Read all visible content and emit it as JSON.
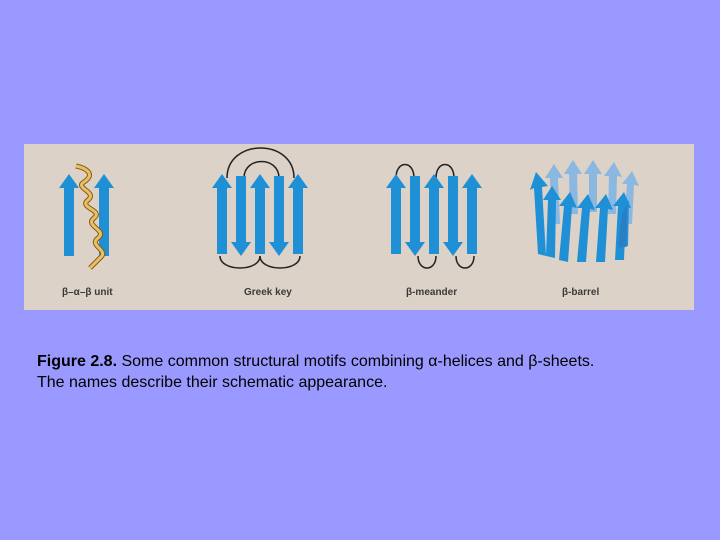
{
  "figure": {
    "labels": {
      "bab_unit": "β–α–β unit",
      "greek_key": "Greek key",
      "meander": "β-meander",
      "barrel": "β-barrel"
    },
    "colors": {
      "strand": "#1f8fd6",
      "strand_light": "#8ab8e0",
      "helix": "#c8962e",
      "loop": "#222222",
      "panel": "#dcd2c8"
    }
  },
  "caption": {
    "figure_number": "Figure 2.8.",
    "line1": " Some common structural motifs combining α-helices and β-sheets.",
    "line2": "The names describe their schematic appearance."
  }
}
